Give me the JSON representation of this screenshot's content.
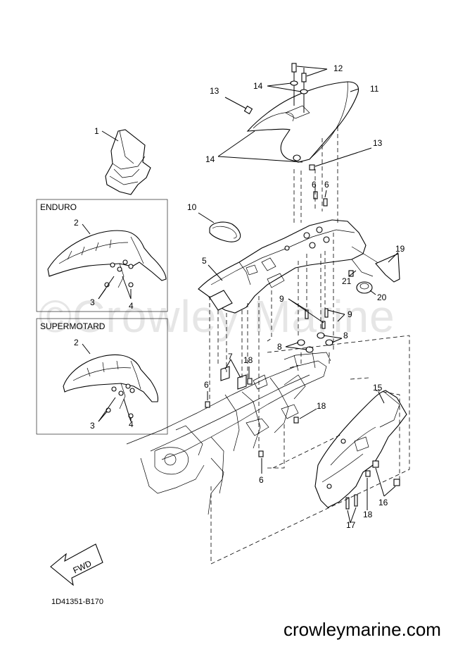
{
  "watermark": "©Crowley Marine",
  "part_code": "1D41351-B170",
  "site_url": "crowleymarine.com",
  "fwd_label": "FWD",
  "boxes": {
    "enduro": "ENDURO",
    "supermotard": "SUPERMOTARD"
  },
  "callouts": {
    "c1": "1",
    "c2a": "2",
    "c3a": "3",
    "c4a": "4",
    "c2b": "2",
    "c3b": "3",
    "c4b": "4",
    "c5": "5",
    "c6a": "6",
    "c6b": "6",
    "c6c": "6",
    "c6d": "6",
    "c7": "7",
    "c8a": "8",
    "c8b": "8",
    "c9a": "9",
    "c9b": "9",
    "c10": "10",
    "c11": "11",
    "c12": "12",
    "c13a": "13",
    "c13b": "13",
    "c14a": "14",
    "c14b": "14",
    "c15": "15",
    "c16": "16",
    "c17": "17",
    "c18a": "18",
    "c18b": "18",
    "c18c": "18",
    "c19": "19",
    "c20": "20",
    "c21": "21"
  }
}
